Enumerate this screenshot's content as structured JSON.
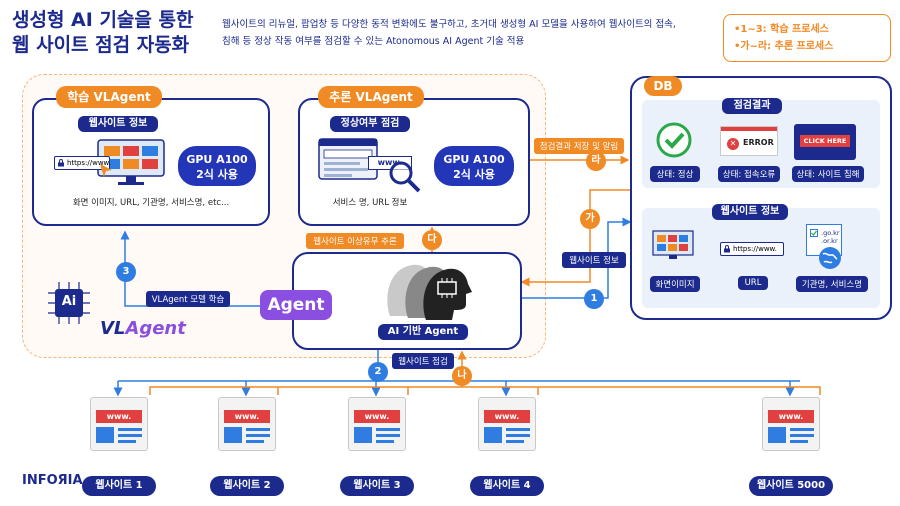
{
  "header": {
    "title_line1": "생성형 AI 기술을 통한",
    "title_line2": "웹 사이트 점검 자동화",
    "desc_line1": "웹사이트의 리뉴얼, 팝업창 등 다양한 동적 변화에도 불구하고, 초거대 생성형 AI 모델을 사용하여 웹사이트의 접속,",
    "desc_line2": "침해 등 정상 작동 여부를 점검할 수 있는 Atonomous AI Agent 기술 적용"
  },
  "legend": {
    "learn": "•1~3: 학습 프로세스",
    "infer": "•가~라: 추론 프로세스"
  },
  "learn_panel": {
    "title": "학습 VLAgent",
    "subtitle": "웹사이트 정보",
    "url_text": "https://www.",
    "gpu_line1": "GPU A100",
    "gpu_line2": "2식 사용",
    "caption": "화면 이미지, URL, 기관명, 서비스명, etc..."
  },
  "infer_panel": {
    "title": "추론 VLAgent",
    "subtitle": "정상여부 점검",
    "www_text": "www.",
    "gpu_line1": "GPU A100",
    "gpu_line2": "2식 사용",
    "caption": "서비스 명, URL 정보"
  },
  "db": {
    "title": "DB",
    "check_result_title": "점검결과",
    "error_text": "ERROR",
    "click_text": "CLICK HERE",
    "status_normal": "상태: 정상",
    "status_error": "상태: 접속오류",
    "status_breach": "상태: 사이트 침해",
    "site_info_title": "웹사이트 정보",
    "url_text": "https://www.",
    "domain1": ".go.kr",
    "domain2": ".or.kr",
    "info_screen": "화면이미지",
    "info_url": "URL",
    "info_org": "기관명, 서비스명"
  },
  "agent": {
    "label": "Agent",
    "ai_label": "AI 기반 Agent"
  },
  "flows": {
    "store_alert": "점검결과 저장 및 알림",
    "site_info": "웹사이트 정보",
    "anomaly_report": "웹사이트 이상유무 추론",
    "model_learning": "VLAgent 모델 학습",
    "site_check": "웹사이트 점검"
  },
  "steps": {
    "s1": "1",
    "s2": "2",
    "s3": "3",
    "ga": "가",
    "na": "나",
    "da": "다",
    "ra": "라"
  },
  "brand": {
    "ai_chip": "Ai",
    "vl": "VL",
    "agent": "Agent",
    "company": "INFOЯIA"
  },
  "sites": [
    {
      "name": "웹사이트 1",
      "www": "www."
    },
    {
      "name": "웹사이트 2",
      "www": "www."
    },
    {
      "name": "웹사이트 3",
      "www": "www."
    },
    {
      "name": "웹사이트 4",
      "www": "www."
    },
    {
      "name": "웹사이트 5000",
      "www": "www."
    }
  ],
  "colors": {
    "navy": "#1b2a8c",
    "orange": "#f08a24",
    "blue": "#2f7de0",
    "gpu": "#2436b8"
  }
}
